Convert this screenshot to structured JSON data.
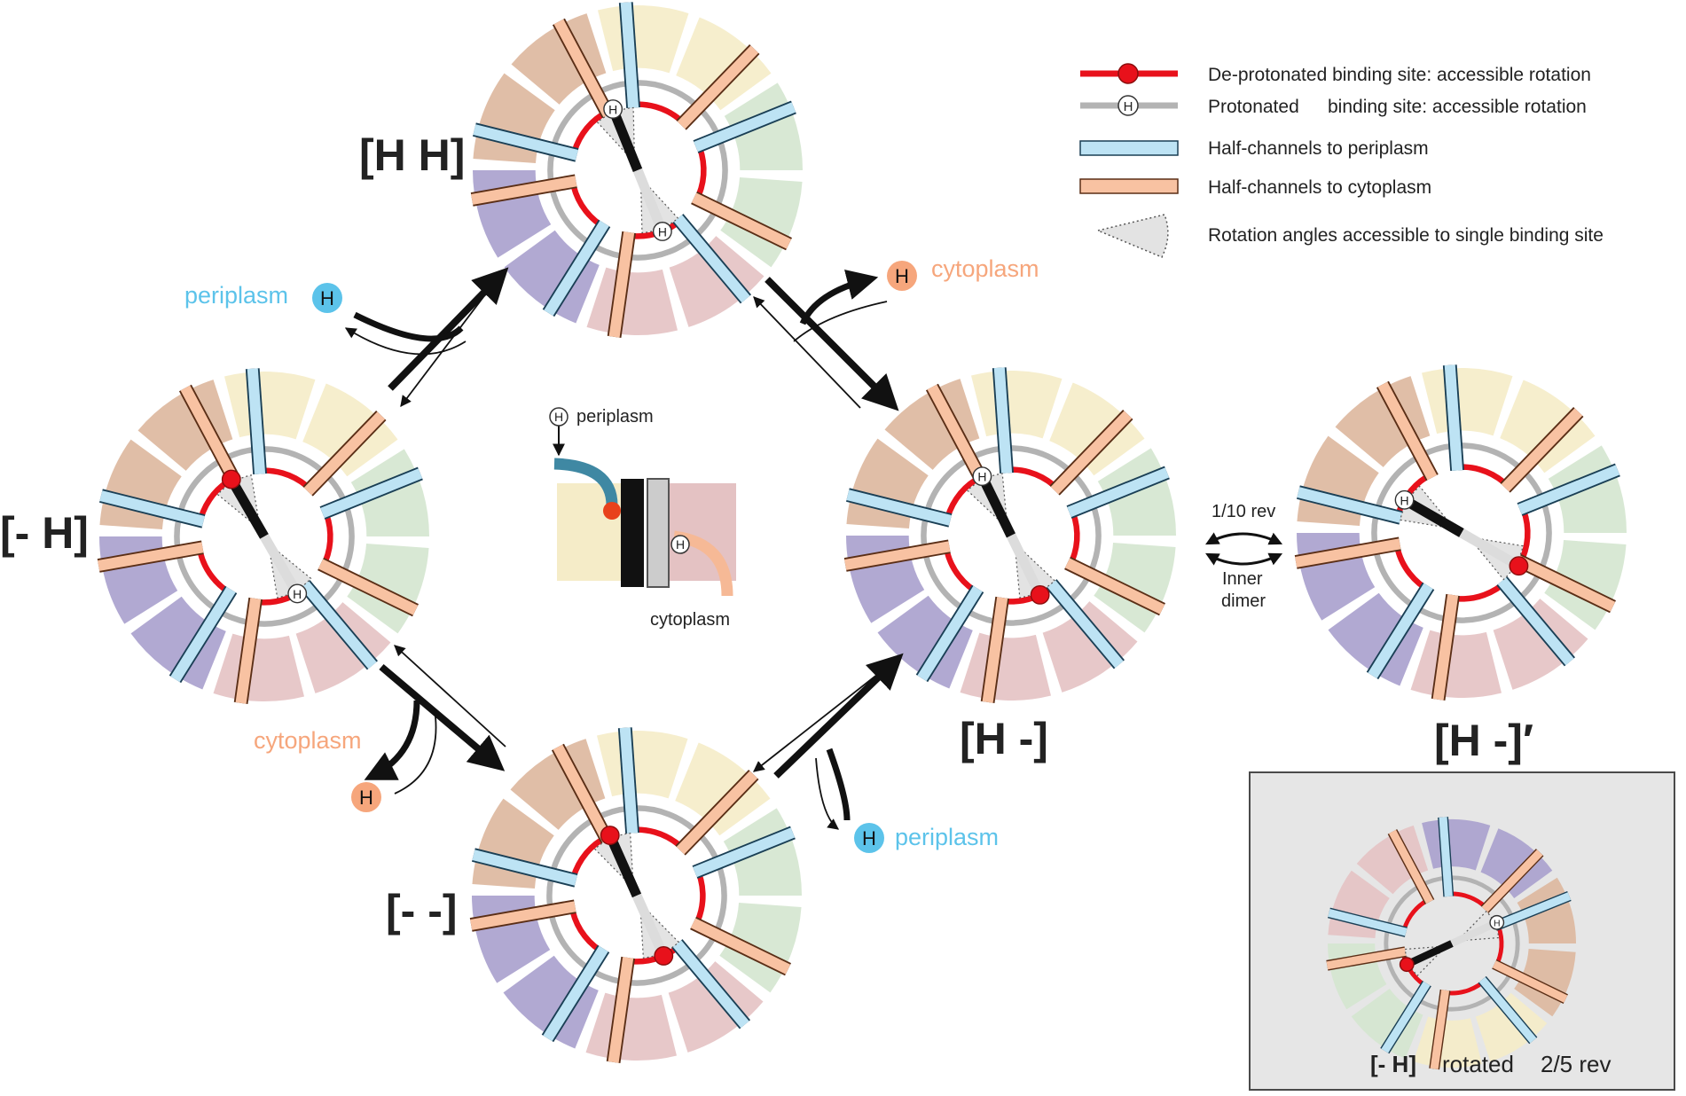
{
  "colors": {
    "deprotonated": "#e8111b",
    "protonated": "#b3b3b3",
    "periplasm": "#5cc3ea",
    "cytoplasm": "#f6a67c",
    "periplasm_channel": "#bde3f4",
    "cytoplasm_channel": "#f8c2a2",
    "sector_yellow": "#f5ecc8",
    "sector_green": "#d4e6cf",
    "sector_pink": "#e4c2c3",
    "sector_purple": "#a9a0cd",
    "sector_tan": "#ddb79d",
    "inset_bg": "#e6e6e6"
  },
  "legend": {
    "deprotonated": "De-protonated binding site: accessible rotation",
    "protonated_a": "Protonated",
    "protonated_b": "binding site: accessible rotation",
    "periplasm_channels": "Half-channels to periplasm",
    "cytoplasm_channels": "Half-channels to cytoplasm",
    "rotation_angles": "Rotation angles accessible to single binding site"
  },
  "states": {
    "hh": "[H H]",
    "mh": "[- H]",
    "hm": "[H -]",
    "mm": "[- -]",
    "hm_prime": "[H -]′"
  },
  "transitions": {
    "periplasm_left": "periplasm",
    "cytoplasm_top": "cytoplasm",
    "cytoplasm_left": "cytoplasm",
    "periplasm_bottom": "periplasm",
    "proton_symbol": "H"
  },
  "center_schematic": {
    "periplasm": "periplasm",
    "cytoplasm": "cytoplasm"
  },
  "rotation": {
    "amount": "1/10 rev",
    "label_line1": "Inner",
    "label_line2": "dimer"
  },
  "inset": {
    "state": "[- H]",
    "caption_a": "rotated",
    "caption_b": "2/5 rev"
  }
}
